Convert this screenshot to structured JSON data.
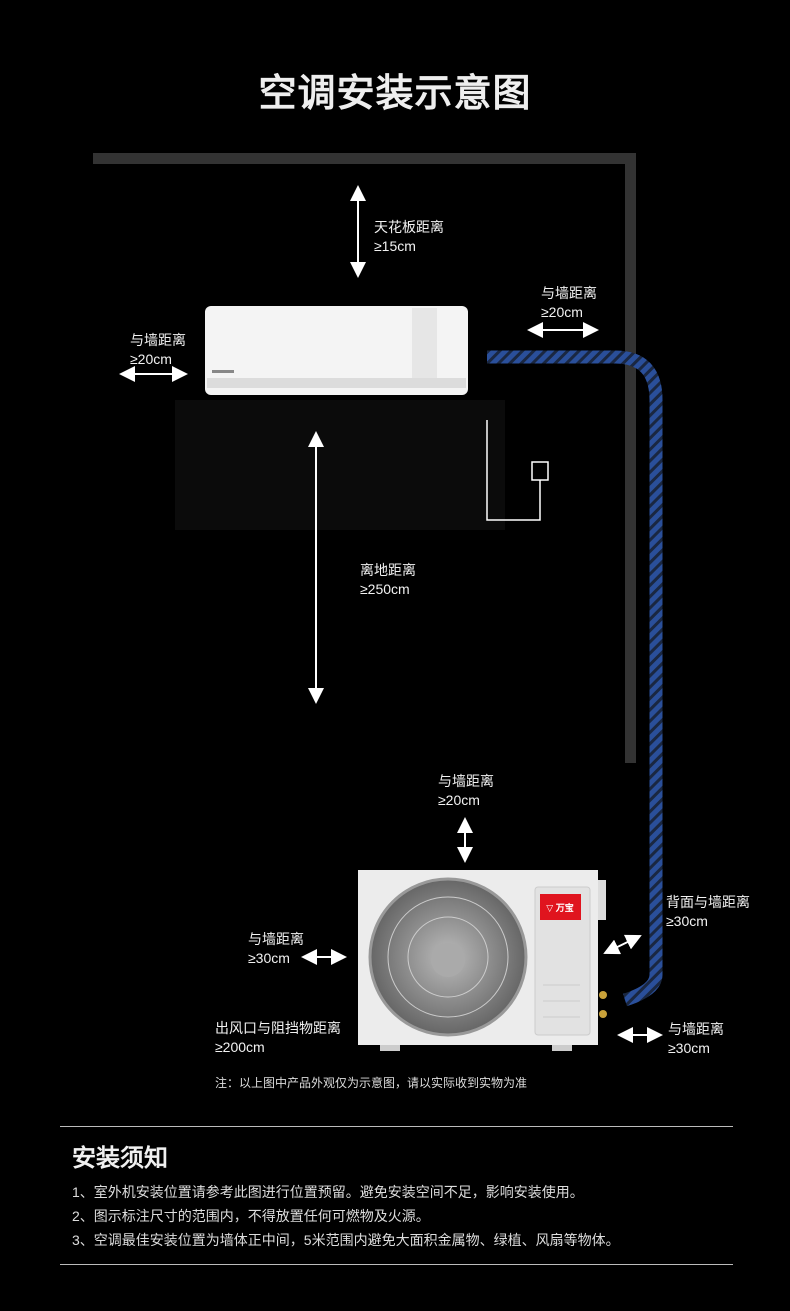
{
  "title": "空调安装示意图",
  "labels": {
    "ceiling": {
      "name": "天花板距离",
      "value": "≥15cm"
    },
    "indoor_left_wall": {
      "name": "与墙距离",
      "value": "≥20cm"
    },
    "indoor_right_wall": {
      "name": "与墙距离",
      "value": "≥20cm"
    },
    "floor": {
      "name": "离地距离",
      "value": "≥250cm"
    },
    "outdoor_top_wall": {
      "name": "与墙距离",
      "value": "≥20cm"
    },
    "outdoor_left_wall": {
      "name": "与墙距离",
      "value": "≥30cm"
    },
    "outdoor_back_wall": {
      "name": "背面与墙距离",
      "value": "≥30cm"
    },
    "outdoor_outlet": {
      "name": "出风口与阻挡物距离",
      "value": "≥200cm"
    },
    "outdoor_right_wall": {
      "name": "与墙距离",
      "value": "≥30cm"
    }
  },
  "brand_logo": "万宝",
  "note": "注：以上图中产品外观仅为示意图，请以实际收到实物为准",
  "notice": {
    "heading": "安装须知",
    "items": [
      "1、室外机安装位置请参考此图进行位置预留。避免安装空间不足，影响安装使用。",
      "2、图示标注尺寸的范围内，不得放置任何可燃物及火源。",
      "3、空调最佳安装位置为墙体正中间，5米范围内避免大面积金属物、绿植、风扇等物体。"
    ]
  },
  "colors": {
    "pipe": "#2a4f9a",
    "wall": "#333333",
    "logo_red": "#e0141e"
  }
}
